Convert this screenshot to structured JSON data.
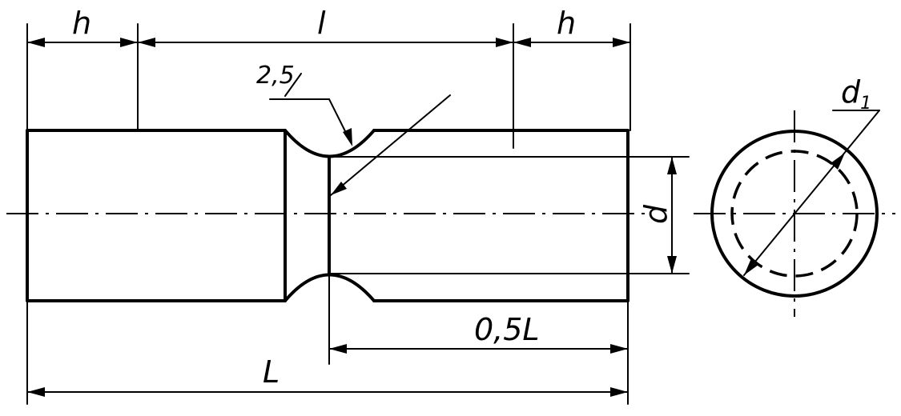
{
  "dimensions": {
    "h_left": "h",
    "l": "l",
    "h_right": "h",
    "groove_radius": "2,5",
    "d1": "d",
    "d1_subscript": "1",
    "d": "d",
    "half_L": "0,5L",
    "L": "L"
  }
}
